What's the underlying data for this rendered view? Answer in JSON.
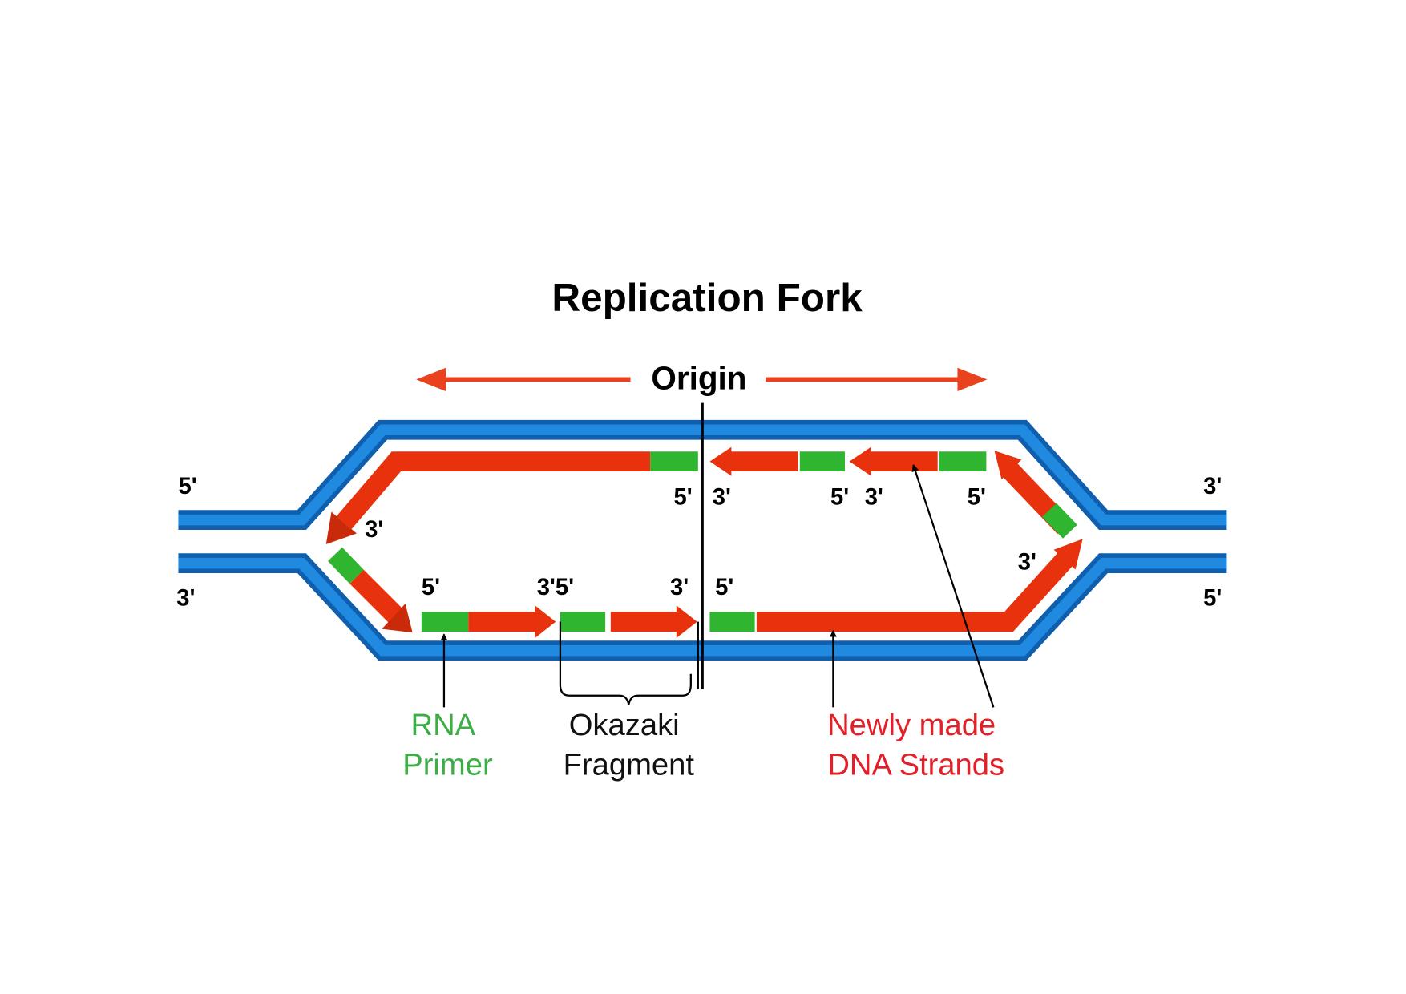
{
  "title": "Replication Fork",
  "origin_label": "Origin",
  "ends": {
    "top_left": "5'",
    "bottom_left": "3'",
    "top_right": "3'",
    "bottom_right": "5'",
    "top_a": "5'",
    "top_b": "3'",
    "top_c": "5'",
    "top_d": "3'",
    "top_e": "5'",
    "left_turn": "3'",
    "right_turn": "3'",
    "bot_a": "5'",
    "bot_b": "3'5'",
    "bot_c": "3'",
    "bot_d": "5'"
  },
  "labels": {
    "rna_primer": [
      "RNA",
      "Primer"
    ],
    "okazaki": [
      "Okazaki",
      "Fragment"
    ],
    "new_dna": [
      "Newly made",
      "DNA Strands"
    ]
  },
  "colors": {
    "template_strand": "#1a7fd6",
    "new_strand": "#e8320e",
    "primer": "#2fb52f",
    "primer_label": "#3cae45",
    "new_label": "#e3202a"
  }
}
